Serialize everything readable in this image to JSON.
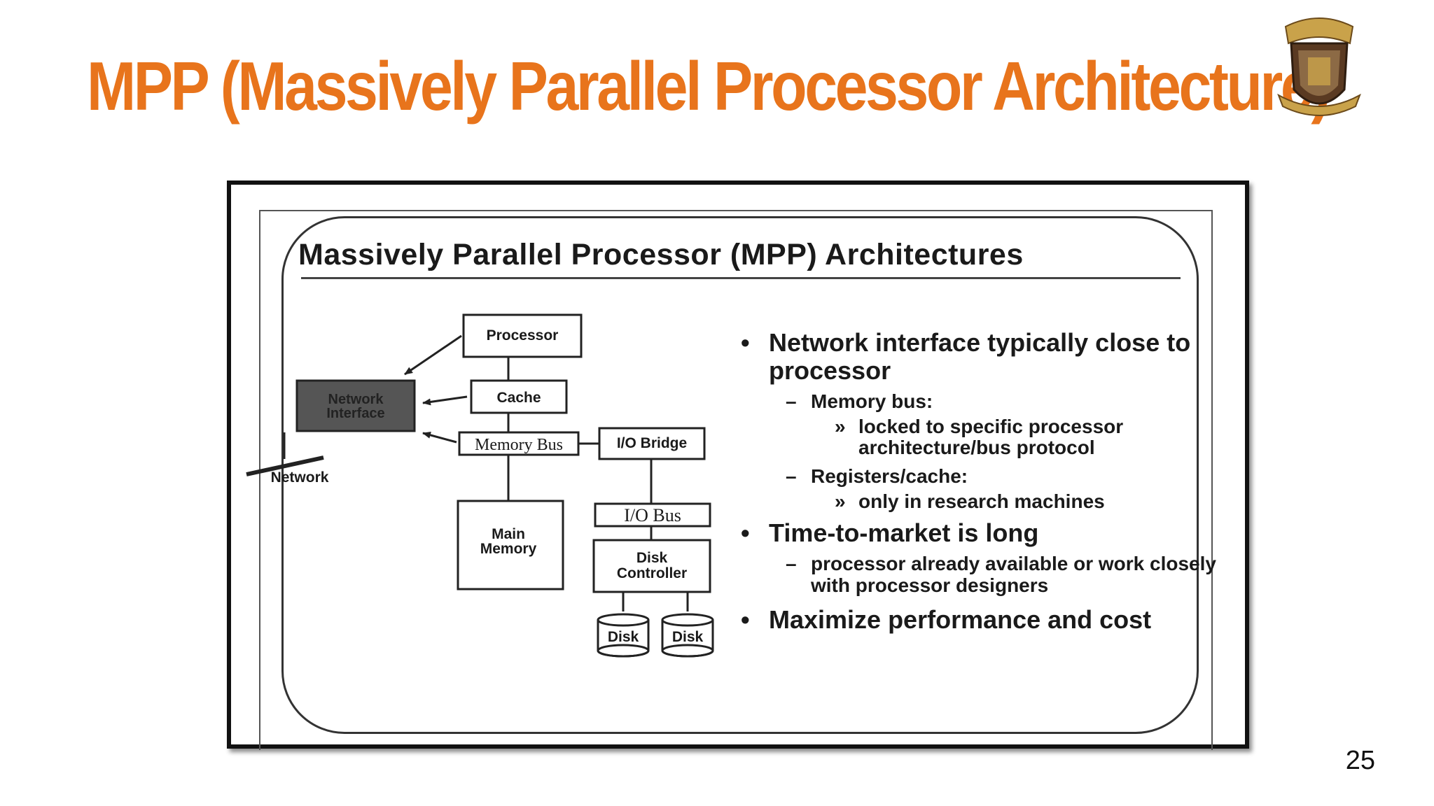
{
  "slide": {
    "title": "MPP (Massively Parallel Processor Architecture)",
    "page_number": "25",
    "accent_color": "#e8741c",
    "logo": "university-crest-icon"
  },
  "figure": {
    "title": "Massively Parallel Processor (MPP) Architectures",
    "diagram": {
      "processor": "Processor",
      "cache": "Cache",
      "network_interface_line1": "Network",
      "network_interface_line2": "Interface",
      "memory_bus": "Memory Bus",
      "io_bridge": "I/O Bridge",
      "network": "Network",
      "io_bus": "I/O Bus",
      "main_memory_line1": "Main",
      "main_memory_line2": "Memory",
      "disk_controller_line1": "Disk",
      "disk_controller_line2": "Controller",
      "disk_1": "Disk",
      "disk_2": "Disk"
    },
    "bullets": {
      "b1": "Network interface typically close to processor",
      "b1_sub1": "Memory bus:",
      "b1_sub1_item": "locked to specific processor architecture/bus protocol",
      "b1_sub2": "Registers/cache:",
      "b1_sub2_item": "only in research machines",
      "b2": "Time-to-market is long",
      "b2_sub1": "processor already available or work closely with processor designers",
      "b3": "Maximize performance and cost"
    }
  }
}
